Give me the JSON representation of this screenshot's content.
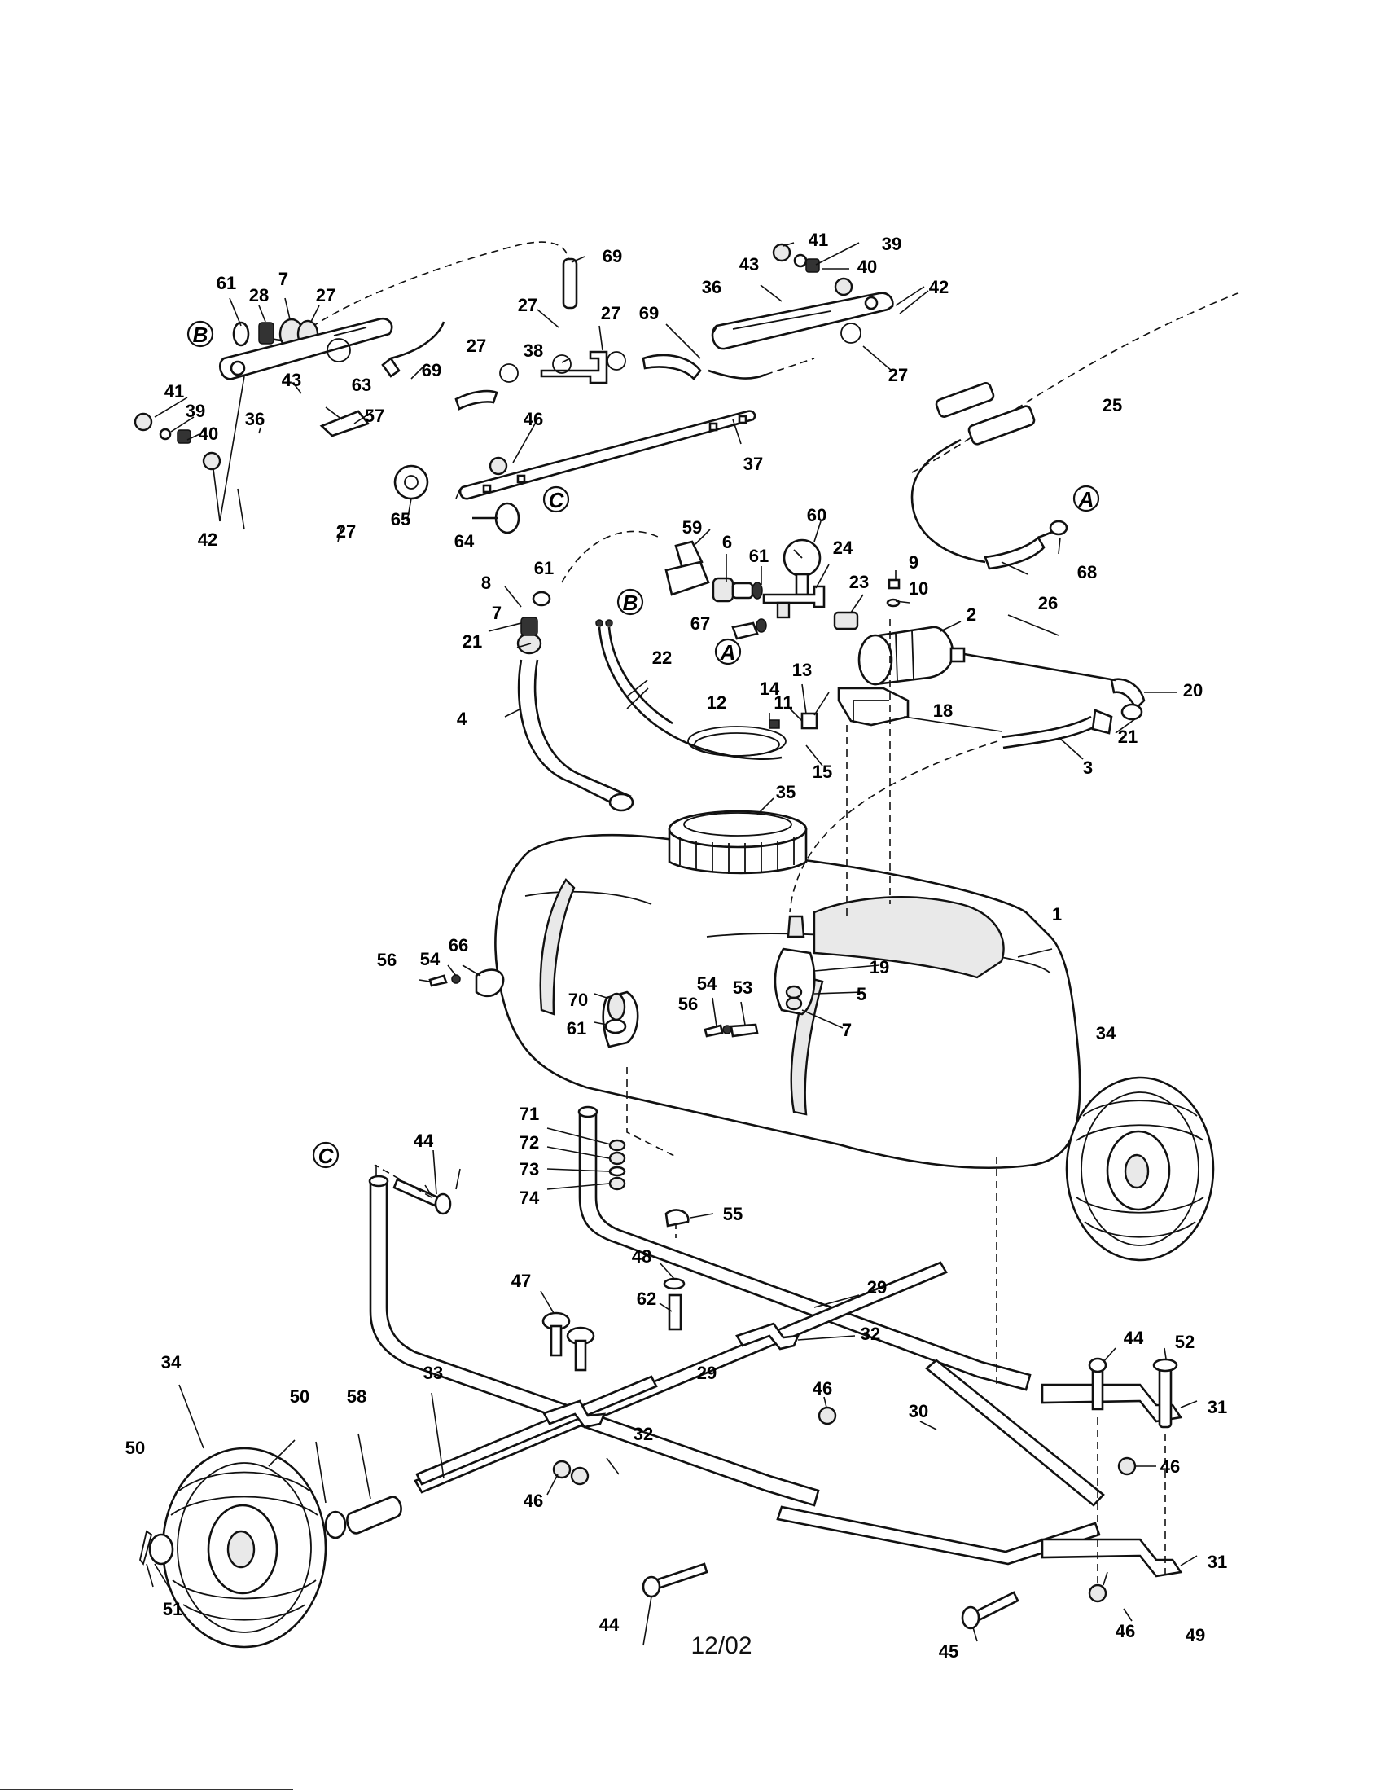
{
  "footer": {
    "date": "12/02"
  },
  "callouts": [
    {
      "id": "c-61a",
      "text": "61"
    },
    {
      "id": "c-28",
      "text": "28"
    },
    {
      "id": "c-7a",
      "text": "7"
    },
    {
      "id": "c-27a",
      "text": "27"
    },
    {
      "id": "c-69a",
      "text": "69"
    },
    {
      "id": "c-27b",
      "text": "27"
    },
    {
      "id": "c-27c",
      "text": "27"
    },
    {
      "id": "c-69b",
      "text": "69"
    },
    {
      "id": "c-38",
      "text": "38"
    },
    {
      "id": "c-27d",
      "text": "27"
    },
    {
      "id": "c-41a",
      "text": "41"
    },
    {
      "id": "c-39a",
      "text": "39"
    },
    {
      "id": "c-43a",
      "text": "43"
    },
    {
      "id": "c-40a",
      "text": "40"
    },
    {
      "id": "c-36a",
      "text": "36"
    },
    {
      "id": "c-42a",
      "text": "42"
    },
    {
      "id": "c-27e",
      "text": "27"
    },
    {
      "id": "c-69c",
      "text": "69"
    },
    {
      "id": "c-43b",
      "text": "43"
    },
    {
      "id": "c-63",
      "text": "63"
    },
    {
      "id": "c-41b",
      "text": "41"
    },
    {
      "id": "c-57",
      "text": "57"
    },
    {
      "id": "c-39b",
      "text": "39"
    },
    {
      "id": "c-36b",
      "text": "36"
    },
    {
      "id": "c-40b",
      "text": "40"
    },
    {
      "id": "c-46a",
      "text": "46"
    },
    {
      "id": "c-37",
      "text": "37"
    },
    {
      "id": "c-42b",
      "text": "42"
    },
    {
      "id": "c-27f",
      "text": "27"
    },
    {
      "id": "c-65",
      "text": "65"
    },
    {
      "id": "c-64",
      "text": "64"
    },
    {
      "id": "c-25",
      "text": "25"
    },
    {
      "id": "c-60",
      "text": "60"
    },
    {
      "id": "c-59",
      "text": "59"
    },
    {
      "id": "c-6",
      "text": "6"
    },
    {
      "id": "c-61b",
      "text": "61"
    },
    {
      "id": "c-24",
      "text": "24"
    },
    {
      "id": "c-68",
      "text": "68"
    },
    {
      "id": "c-26",
      "text": "26"
    },
    {
      "id": "c-61c",
      "text": "61"
    },
    {
      "id": "c-8",
      "text": "8"
    },
    {
      "id": "c-7b",
      "text": "7"
    },
    {
      "id": "c-9",
      "text": "9"
    },
    {
      "id": "c-23",
      "text": "23"
    },
    {
      "id": "c-10",
      "text": "10"
    },
    {
      "id": "c-2",
      "text": "2"
    },
    {
      "id": "c-67",
      "text": "67"
    },
    {
      "id": "c-21a",
      "text": "21"
    },
    {
      "id": "c-22",
      "text": "22"
    },
    {
      "id": "c-13",
      "text": "13"
    },
    {
      "id": "c-14",
      "text": "14"
    },
    {
      "id": "c-20",
      "text": "20"
    },
    {
      "id": "c-11",
      "text": "11"
    },
    {
      "id": "c-12",
      "text": "12"
    },
    {
      "id": "c-18",
      "text": "18"
    },
    {
      "id": "c-4",
      "text": "4"
    },
    {
      "id": "c-21b",
      "text": "21"
    },
    {
      "id": "c-15",
      "text": "15"
    },
    {
      "id": "c-3",
      "text": "3"
    },
    {
      "id": "c-35",
      "text": "35"
    },
    {
      "id": "c-1",
      "text": "1"
    },
    {
      "id": "c-66",
      "text": "66"
    },
    {
      "id": "c-54a",
      "text": "54"
    },
    {
      "id": "c-56a",
      "text": "56"
    },
    {
      "id": "c-19",
      "text": "19"
    },
    {
      "id": "c-5",
      "text": "5"
    },
    {
      "id": "c-54b",
      "text": "54"
    },
    {
      "id": "c-53",
      "text": "53"
    },
    {
      "id": "c-70",
      "text": "70"
    },
    {
      "id": "c-56b",
      "text": "56"
    },
    {
      "id": "c-7c",
      "text": "7"
    },
    {
      "id": "c-61d",
      "text": "61"
    },
    {
      "id": "c-34a",
      "text": "34"
    },
    {
      "id": "c-71",
      "text": "71"
    },
    {
      "id": "c-72",
      "text": "72"
    },
    {
      "id": "c-44a",
      "text": "44"
    },
    {
      "id": "c-73",
      "text": "73"
    },
    {
      "id": "c-74",
      "text": "74"
    },
    {
      "id": "c-55",
      "text": "55"
    },
    {
      "id": "c-48",
      "text": "48"
    },
    {
      "id": "c-47",
      "text": "47"
    },
    {
      "id": "c-29a",
      "text": "29"
    },
    {
      "id": "c-62",
      "text": "62"
    },
    {
      "id": "c-32a",
      "text": "32"
    },
    {
      "id": "c-44b",
      "text": "44"
    },
    {
      "id": "c-52",
      "text": "52"
    },
    {
      "id": "c-34b",
      "text": "34"
    },
    {
      "id": "c-33",
      "text": "33"
    },
    {
      "id": "c-29b",
      "text": "29"
    },
    {
      "id": "c-31a",
      "text": "31"
    },
    {
      "id": "c-50a",
      "text": "50"
    },
    {
      "id": "c-58",
      "text": "58"
    },
    {
      "id": "c-46b",
      "text": "46"
    },
    {
      "id": "c-30",
      "text": "30"
    },
    {
      "id": "c-32b",
      "text": "32"
    },
    {
      "id": "c-46c",
      "text": "46"
    },
    {
      "id": "c-50b",
      "text": "50"
    },
    {
      "id": "c-46d",
      "text": "46"
    },
    {
      "id": "c-44c",
      "text": "44"
    },
    {
      "id": "c-31b",
      "text": "31"
    },
    {
      "id": "c-51",
      "text": "51"
    },
    {
      "id": "c-45",
      "text": "45"
    },
    {
      "id": "c-46e",
      "text": "46"
    },
    {
      "id": "c-49",
      "text": "49"
    }
  ],
  "reference_markers": [
    {
      "id": "m-b1",
      "text": "B"
    },
    {
      "id": "m-c1",
      "text": "C"
    },
    {
      "id": "m-a1",
      "text": "A"
    },
    {
      "id": "m-b2",
      "text": "B"
    },
    {
      "id": "m-a2",
      "text": "A"
    },
    {
      "id": "m-c2",
      "text": "C"
    }
  ]
}
